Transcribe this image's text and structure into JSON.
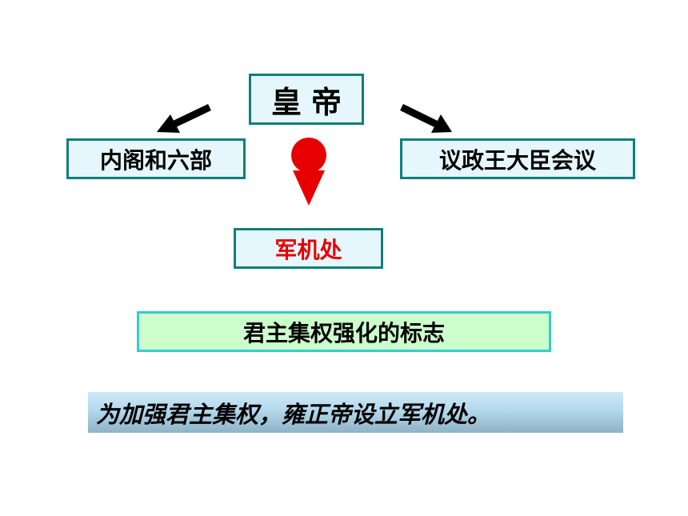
{
  "diagram": {
    "emperor": "皇帝",
    "cabinet": "内阁和六部",
    "council": "议政王大臣会议",
    "junjichu": "军机处",
    "significance": "君主集权强化的标志",
    "conclusion": "为加强君主集权，雍正帝设立军机处。"
  },
  "colors": {
    "box_border": "#0f7f78",
    "box_fill": "#e6f6fd",
    "highlight_text": "#e60000",
    "significance_fill": "#ccffcc",
    "significance_border": "#33cccc",
    "arrow_red": "#e60000",
    "arrow_black": "#000000"
  }
}
